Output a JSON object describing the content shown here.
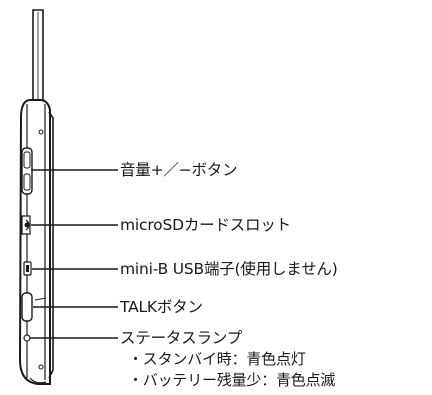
{
  "callouts": [
    {
      "id": "volume-buttons",
      "text": "音量+／−ボタン"
    },
    {
      "id": "microsd-slot",
      "text": "microSDカードスロット"
    },
    {
      "id": "mini-usb-port",
      "text": "mini-B USB端子(使用しません)"
    },
    {
      "id": "talk-button",
      "text": "TALKボタン"
    },
    {
      "id": "status-lamp",
      "text": "ステータスランプ"
    }
  ],
  "status_lamp_details": [
    "・スタンバイ時：青色点灯",
    "・バッテリー残量少：青色点滅"
  ]
}
